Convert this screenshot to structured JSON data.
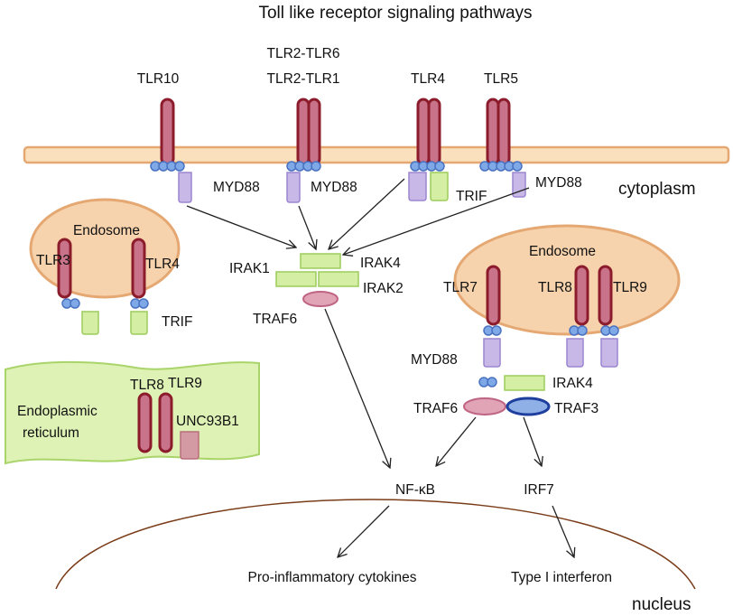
{
  "title": "Toll like receptor signaling pathways",
  "labels": {
    "tlr10": "TLR10",
    "tlr2_tlr6": "TLR2-TLR6",
    "tlr2_tlr1": "TLR2-TLR1",
    "tlr4_top": "TLR4",
    "tlr5": "TLR5",
    "myd88_1": "MYD88",
    "myd88_2": "MYD88",
    "trif_top": "TRIF",
    "myd88_3": "MYD88",
    "cytoplasm": "cytoplasm",
    "endosome_left": "Endosome",
    "tlr3": "TLR3",
    "tlr4_endo": "TLR4",
    "trif_endo": "TRIF",
    "irak1": "IRAK1",
    "irak4_center": "IRAK4",
    "irak2": "IRAK2",
    "traf6_center": "TRAF6",
    "endosome_right": "Endosome",
    "tlr7": "TLR7",
    "tlr8_endo": "TLR8",
    "tlr9_endo": "TLR9",
    "myd88_right": "MYD88",
    "irak4_right": "IRAK4",
    "traf6_right": "TRAF6",
    "traf3": "TRAF3",
    "er_tlr8": "TLR8",
    "er_tlr9": "TLR9",
    "er_line1": "Endoplasmic",
    "er_line2": "reticulum",
    "unc93b1": "UNC93B1",
    "nfkb": "NF-κB",
    "irf7": "IRF7",
    "pro_inflammatory": "Pro-inflammatory cytokines",
    "type1_ifn": "Type I interferon",
    "nucleus": "nucleus"
  }
}
